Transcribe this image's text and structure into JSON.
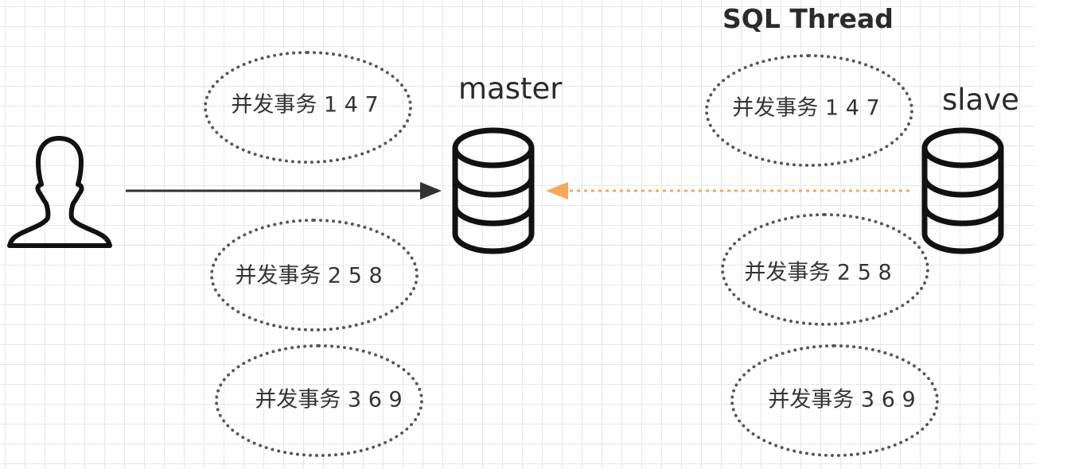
{
  "diagram": {
    "title": "SQL Thread",
    "master_label": "master",
    "slave_label": "slave",
    "master_groups": [
      {
        "text": "并发事务 1  4 7"
      },
      {
        "text": "并发事务 2 5 8"
      },
      {
        "text": "并发事务 3 6 9"
      }
    ],
    "slave_groups": [
      {
        "text": "并发事务 1  4 7"
      },
      {
        "text": "并发事务 2 5 8"
      },
      {
        "text": "并发事务 3 6 9"
      }
    ],
    "colors": {
      "solid_arrow": "#333333",
      "dashed_arrow": "#f5a95a",
      "grid": "#e6e6e6",
      "ellipse_border": "#555555"
    },
    "icons": [
      "user-icon",
      "database-icon",
      "database-icon"
    ]
  }
}
